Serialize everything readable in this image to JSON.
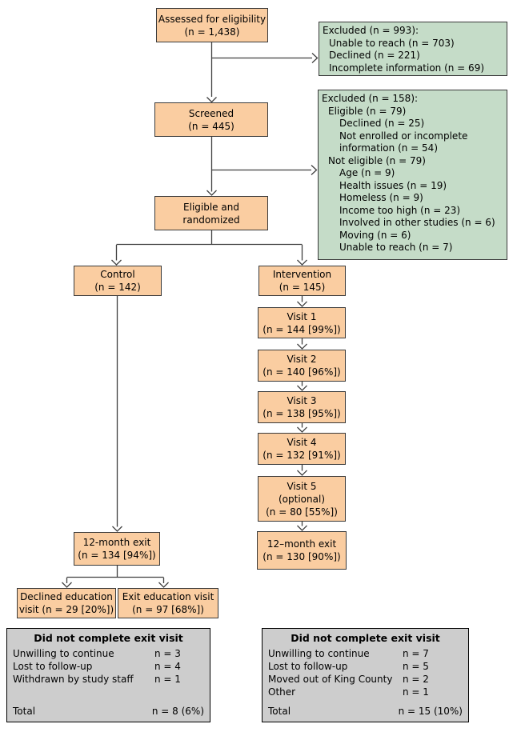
{
  "colors": {
    "box-fill": "#FACDA1",
    "excl-fill": "#C5DCC8",
    "table-fill": "#CDCDCD",
    "border": "#3a3a3a",
    "line": "#404040",
    "bg": "#ffffff"
  },
  "nodes": {
    "assessed": {
      "lines": [
        "Assessed for eligibility",
        "(n = 1,438)"
      ]
    },
    "screened": {
      "lines": [
        "Screened",
        "(n = 445)"
      ]
    },
    "eligible": {
      "lines": [
        "Eligible and",
        "randomized"
      ]
    },
    "control": {
      "lines": [
        "Control",
        "(n = 142)"
      ]
    },
    "intervention": {
      "lines": [
        "Intervention",
        "(n = 145)"
      ]
    },
    "visit1": {
      "lines": [
        "Visit 1",
        "(n = 144 [99%])"
      ]
    },
    "visit2": {
      "lines": [
        "Visit 2",
        "(n = 140 [96%])"
      ]
    },
    "visit3": {
      "lines": [
        "Visit 3",
        "(n = 138 [95%])"
      ]
    },
    "visit4": {
      "lines": [
        "Visit 4",
        "(n = 132 [91%])"
      ]
    },
    "visit5": {
      "lines": [
        "Visit 5",
        "(optional)",
        "(n = 80 [55%])"
      ]
    },
    "exit_intervention": {
      "lines": [
        "12–month exit",
        "(n = 130 [90%])"
      ]
    },
    "exit_control": {
      "lines": [
        "12-month exit",
        "(n = 134 [94%])"
      ]
    },
    "declined_education": {
      "lines": [
        "Declined education",
        "visit (n = 29 [20%])"
      ]
    },
    "exit_education": {
      "lines": [
        "Exit education visit",
        "(n = 97 [68%])"
      ]
    }
  },
  "excluded_first": {
    "lines": [
      {
        "text": "Excluded (n = 993):",
        "indent": 0
      },
      {
        "text": "Unable to reach (n = 703)",
        "indent": 1
      },
      {
        "text": "Declined (n = 221)",
        "indent": 1
      },
      {
        "text": "Incomplete information (n = 69)",
        "indent": 1
      }
    ]
  },
  "excluded_second": {
    "lines": [
      {
        "text": "Excluded (n = 158):",
        "indent": 0
      },
      {
        "text": "Eligible (n = 79)",
        "indent": 1
      },
      {
        "text": "Declined (n = 25)",
        "indent": 2
      },
      {
        "text": "Not enrolled or incomplete",
        "indent": 2
      },
      {
        "text": "information (n = 54)",
        "indent": 2
      },
      {
        "text": "Not eligible (n = 79)",
        "indent": 1
      },
      {
        "text": "Age (n = 9)",
        "indent": 2
      },
      {
        "text": "Health issues (n = 19)",
        "indent": 2
      },
      {
        "text": "Homeless (n = 9)",
        "indent": 2
      },
      {
        "text": "Income too high (n = 23)",
        "indent": 2
      },
      {
        "text": "Involved in other studies (n = 6)",
        "indent": 2
      },
      {
        "text": "Moving (n = 6)",
        "indent": 2
      },
      {
        "text": "Unable to reach (n = 7)",
        "indent": 2
      }
    ]
  },
  "tables": {
    "control_exit": {
      "title": "Did not complete exit visit",
      "rows": [
        {
          "label": "Unwilling to continue",
          "value": "n = 3"
        },
        {
          "label": "Lost to follow-up",
          "value": "n = 4"
        },
        {
          "label": "Withdrawn by study staff",
          "value": "n = 1"
        }
      ],
      "total": {
        "label": "Total",
        "value": "n = 8 (6%)"
      }
    },
    "intervention_exit": {
      "title": "Did not complete exit visit",
      "rows": [
        {
          "label": "Unwilling to continue",
          "value": "n = 7"
        },
        {
          "label": "Lost to follow-up",
          "value": "n = 5"
        },
        {
          "label": "Moved out of King County",
          "value": "n = 2"
        },
        {
          "label": "Other",
          "value": "n = 1"
        }
      ],
      "total": {
        "label": "Total",
        "value": "n = 15 (10%)"
      }
    }
  }
}
